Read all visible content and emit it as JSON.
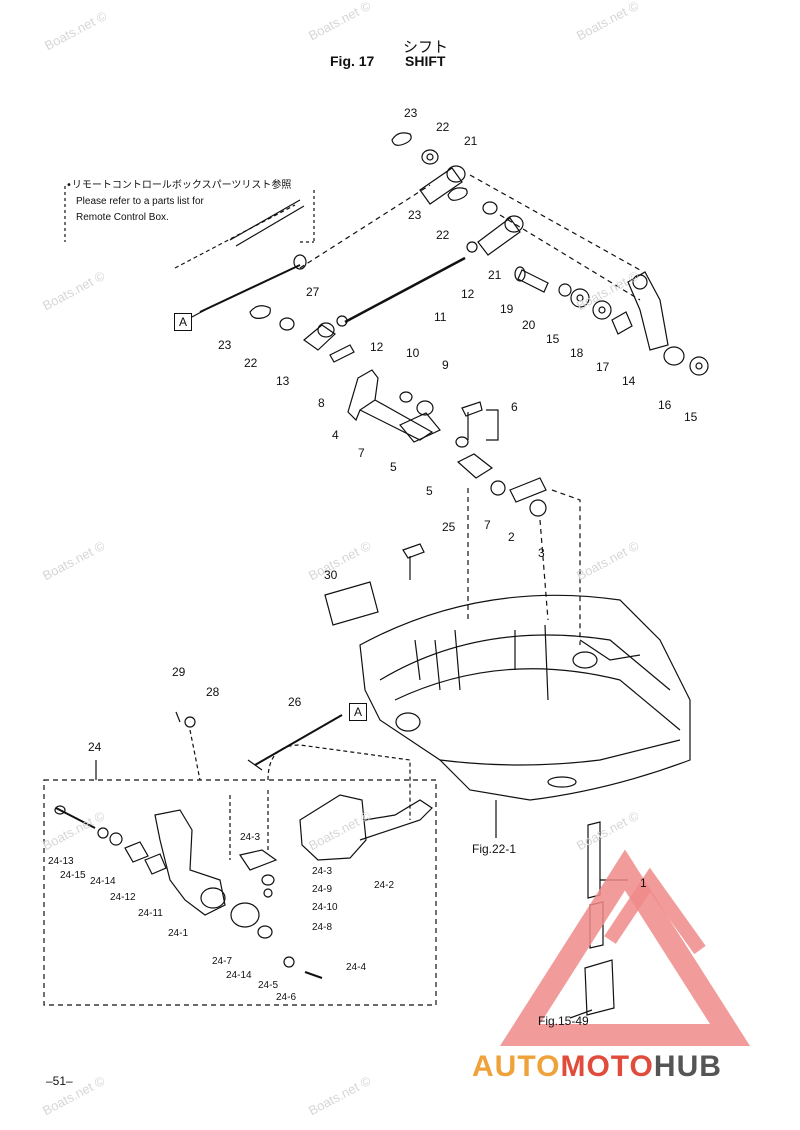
{
  "header": {
    "title_jp": "シフト",
    "fig_number": "Fig. 17",
    "fig_title": "SHIFT"
  },
  "note": {
    "line_jp": "•リモートコントロールボックスパーツリスト参照",
    "line_1": "Please refer to a parts list for",
    "line_2": "Remote Control Box."
  },
  "ref_a1": "A",
  "ref_a2": "A",
  "callouts": {
    "c23a": "23",
    "c22a": "22",
    "c21a": "21",
    "c23b": "23",
    "c22b": "22",
    "c21b": "21",
    "c27": "27",
    "c12a": "12",
    "c19": "19",
    "c20": "20",
    "c15a": "15",
    "c18": "18",
    "c17": "17",
    "c14": "14",
    "c16": "16",
    "c15b": "15",
    "c11": "11",
    "c12b": "12",
    "c23c": "23",
    "c22c": "22",
    "c13": "13",
    "c10": "10",
    "c9": "9",
    "c8": "8",
    "c6": "6",
    "c4": "4",
    "c7a": "7",
    "c5a": "5",
    "c5b": "5",
    "c7b": "7",
    "c2": "2",
    "c3": "3",
    "c25": "25",
    "c30": "30",
    "c29": "29",
    "c28": "28",
    "c26": "26",
    "c24": "24",
    "c1": "1",
    "c24_13": "24-13",
    "c24_15": "24-15",
    "c24_14a": "24-14",
    "c24_12": "24-12",
    "c24_11": "24-11",
    "c24_1": "24-1",
    "c24_3a": "24-3",
    "c24_3b": "24-3",
    "c24_9": "24-9",
    "c24_10": "24-10",
    "c24_8": "24-8",
    "c24_2": "24-2",
    "c24_7": "24-7",
    "c24_14b": "24-14",
    "c24_5": "24-5",
    "c24_6": "24-6",
    "c24_4": "24-4"
  },
  "fig_refs": {
    "fig22": "Fig.22-1",
    "fig15": "Fig.15-49"
  },
  "watermark": "Boats.net ©",
  "page_number": "–51–",
  "logo": {
    "part1": "AUTO",
    "part2": "MOTO",
    "part3": "HUB",
    "color_orange": "#f0a23a",
    "color_red": "#e14b3b",
    "color_gray": "#555555"
  }
}
